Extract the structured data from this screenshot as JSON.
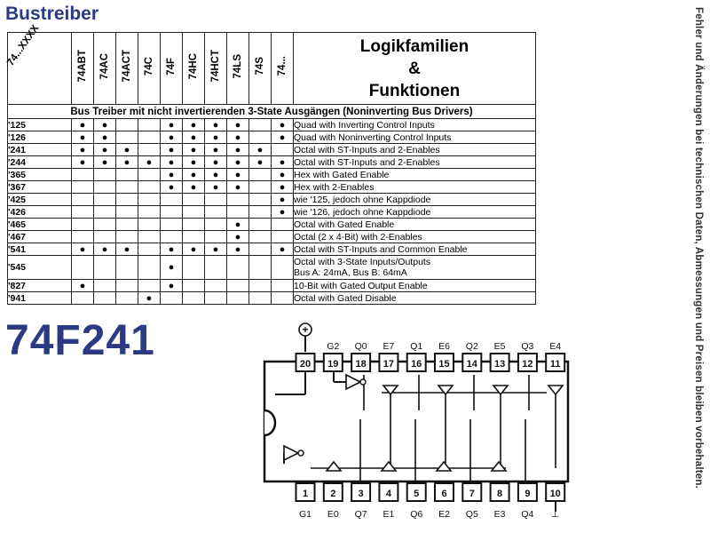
{
  "heading": "Bustreiber",
  "part_number": "74F241",
  "side_note": "Fehler und Änderungen bei technischen Daten, Abmessungen und Preisen bleiben vorbehalten.",
  "table": {
    "corner_label": "74...XXXX",
    "families": [
      "74ABT",
      "74AC",
      "74ACT",
      "74C",
      "74F",
      "74HC",
      "74HCT",
      "74LS",
      "74S",
      "74..."
    ],
    "header_lines": [
      "Logikfamilien",
      "&",
      "Funktionen"
    ],
    "section_title": "Bus Treiber mit nicht invertierenden 3-State Ausgängen (Noninverting Bus Drivers)",
    "rows": [
      {
        "code": "'125",
        "dots": [
          true,
          true,
          false,
          false,
          true,
          true,
          true,
          true,
          false,
          true
        ],
        "func": [
          "Quad with Inverting Control Inputs"
        ]
      },
      {
        "code": "'126",
        "dots": [
          true,
          true,
          false,
          false,
          true,
          true,
          true,
          true,
          false,
          true
        ],
        "func": [
          "Quad with Noninverting Control Inputs"
        ]
      },
      {
        "code": "'241",
        "dots": [
          true,
          true,
          true,
          false,
          true,
          true,
          true,
          true,
          true,
          false
        ],
        "func": [
          "Octal with ST-Inputs and 2-Enables"
        ]
      },
      {
        "code": "'244",
        "dots": [
          true,
          true,
          true,
          true,
          true,
          true,
          true,
          true,
          true,
          true
        ],
        "func": [
          "Octal with ST-Inputs and 2-Enables"
        ]
      },
      {
        "code": "'365",
        "dots": [
          false,
          false,
          false,
          false,
          true,
          true,
          true,
          true,
          false,
          true
        ],
        "func": [
          "Hex with Gated Enable"
        ]
      },
      {
        "code": "'367",
        "dots": [
          false,
          false,
          false,
          false,
          true,
          true,
          true,
          true,
          false,
          true
        ],
        "func": [
          "Hex with 2-Enables"
        ]
      },
      {
        "code": "'425",
        "dots": [
          false,
          false,
          false,
          false,
          false,
          false,
          false,
          false,
          false,
          true
        ],
        "func": [
          "wie '125, jedoch ohne Kappdiode"
        ]
      },
      {
        "code": "'426",
        "dots": [
          false,
          false,
          false,
          false,
          false,
          false,
          false,
          false,
          false,
          true
        ],
        "func": [
          "wie '126, jedoch ohne Kappdiode"
        ]
      },
      {
        "code": "'465",
        "dots": [
          false,
          false,
          false,
          false,
          false,
          false,
          false,
          true,
          false,
          false
        ],
        "func": [
          "Octal with Gated Enable"
        ]
      },
      {
        "code": "'467",
        "dots": [
          false,
          false,
          false,
          false,
          false,
          false,
          false,
          true,
          false,
          false
        ],
        "func": [
          "Octal (2 x 4-Bit) with 2-Enables"
        ]
      },
      {
        "code": "'541",
        "dots": [
          true,
          true,
          true,
          false,
          true,
          true,
          true,
          true,
          false,
          true
        ],
        "func": [
          "Octal with ST-Inputs and Common Enable"
        ]
      },
      {
        "code": "'545",
        "dots": [
          false,
          false,
          false,
          false,
          true,
          false,
          false,
          false,
          false,
          false
        ],
        "func": [
          "Octal with 3-State Inputs/Outputs",
          "Bus A: 24mA, Bus B: 64mA"
        ]
      },
      {
        "code": "'827",
        "dots": [
          true,
          false,
          false,
          false,
          true,
          false,
          false,
          false,
          false,
          false
        ],
        "func": [
          "10-Bit with Gated Output Enable"
        ]
      },
      {
        "code": "'941",
        "dots": [
          false,
          false,
          false,
          true,
          false,
          false,
          false,
          false,
          false,
          false
        ],
        "func": [
          "Octal with Gated Disable"
        ]
      }
    ]
  },
  "schematic": {
    "top_pin_numbers": [
      "20",
      "19",
      "18",
      "17",
      "16",
      "15",
      "14",
      "13",
      "12",
      "11"
    ],
    "top_pin_labels": [
      "",
      "G2",
      "Q0",
      "E7",
      "Q1",
      "E6",
      "Q2",
      "E5",
      "Q3",
      "E4"
    ],
    "bottom_pin_numbers": [
      "1",
      "2",
      "3",
      "4",
      "5",
      "6",
      "7",
      "8",
      "9",
      "10"
    ],
    "bottom_pin_labels": [
      "G1",
      "E0",
      "Q7",
      "E1",
      "Q6",
      "E2",
      "Q5",
      "E3",
      "Q4",
      "⊥"
    ],
    "vcc_symbol": "+",
    "dot_glyph": "●"
  }
}
